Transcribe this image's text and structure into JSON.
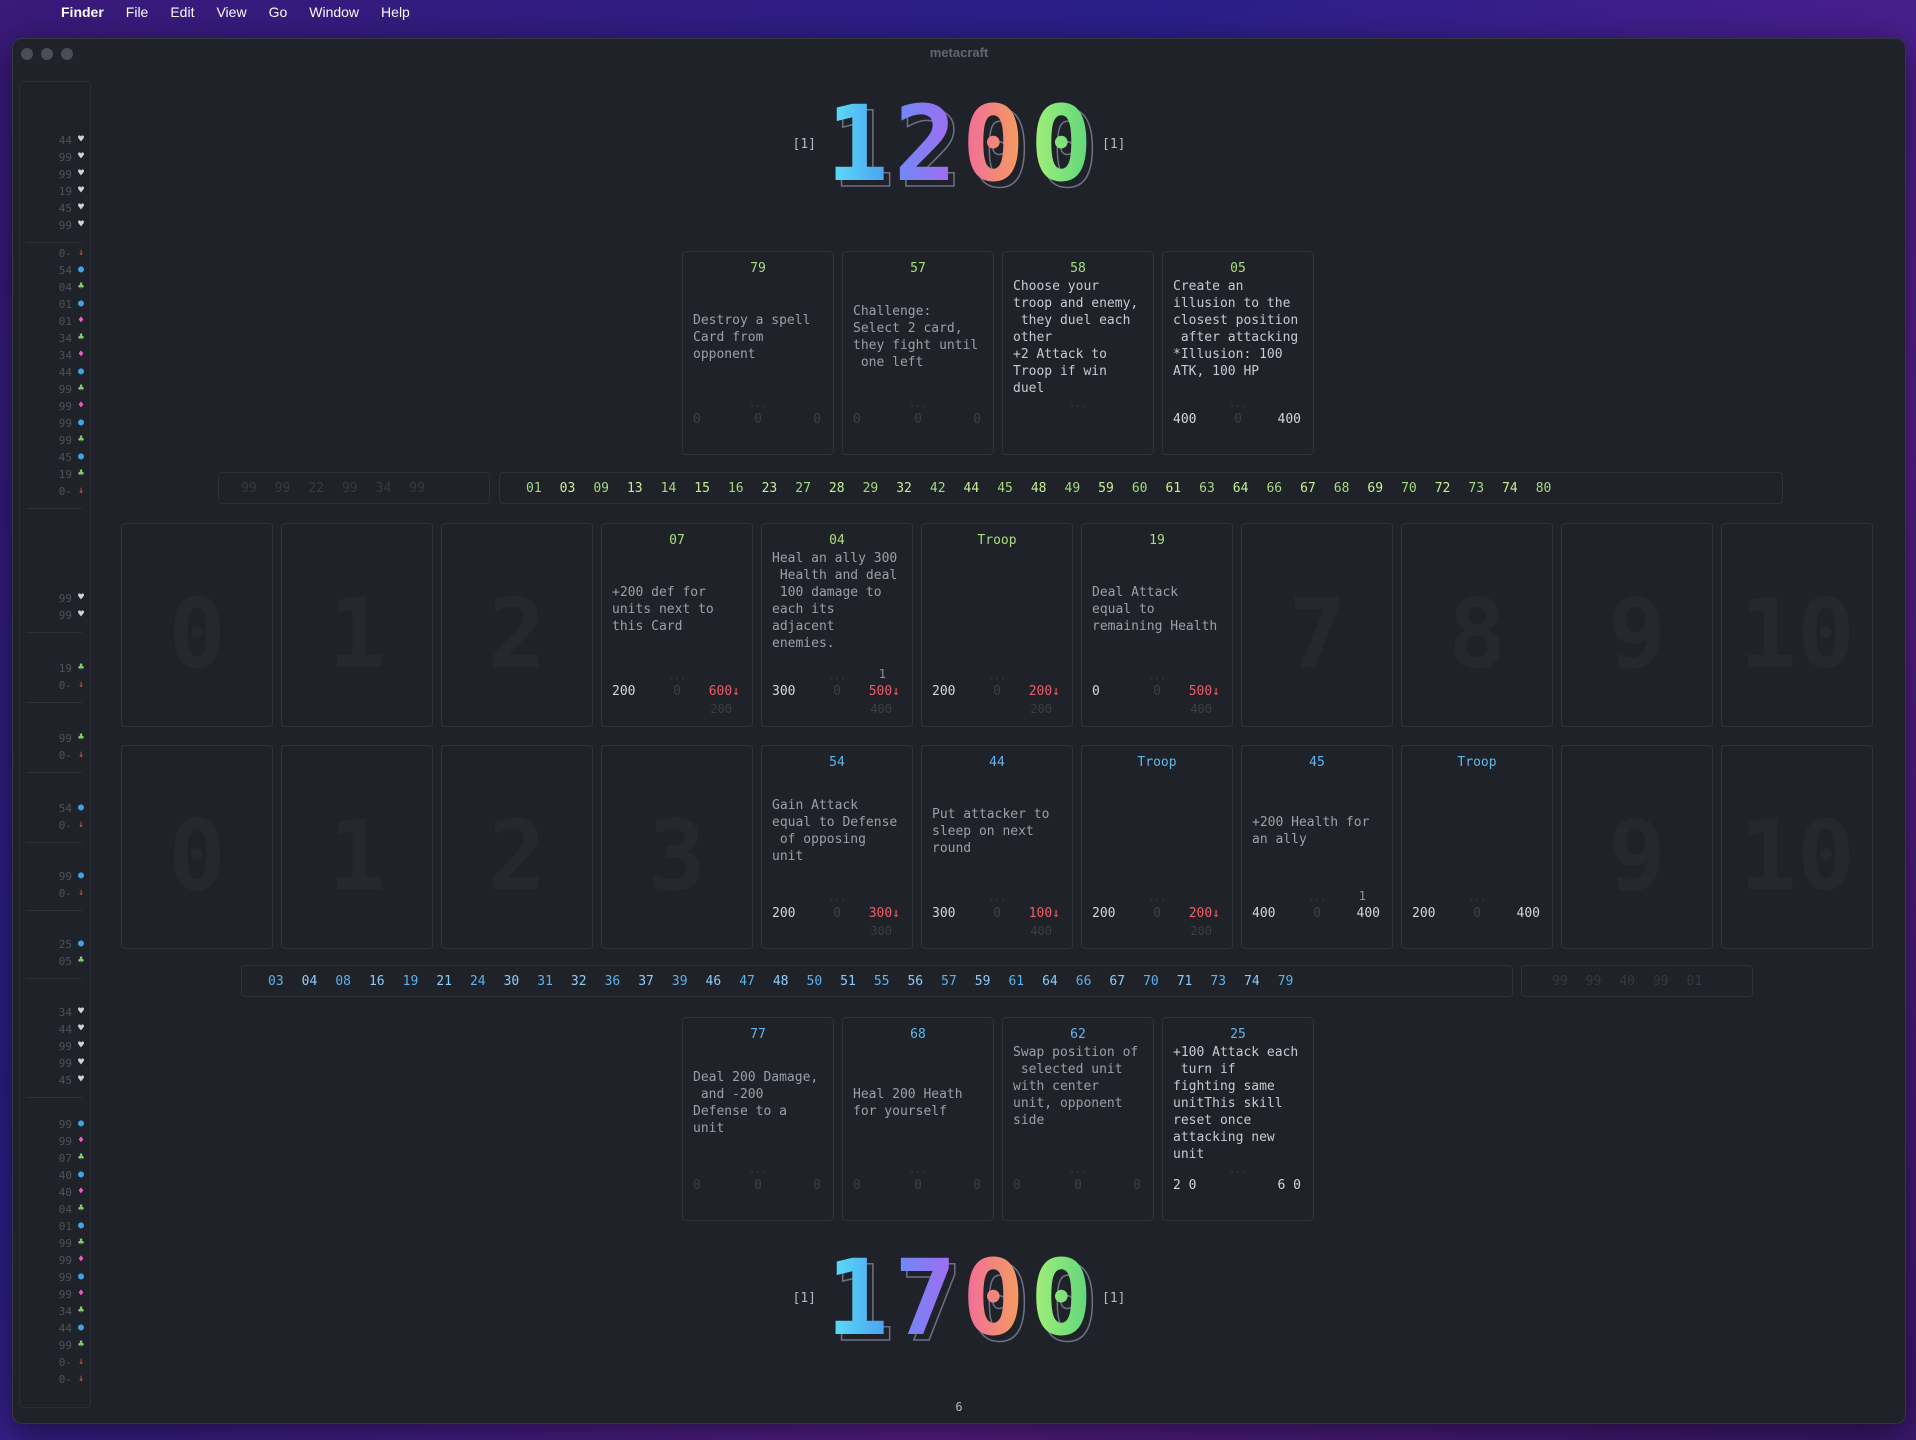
{
  "menubar": {
    "apple": "",
    "items": [
      "Finder",
      "File",
      "Edit",
      "View",
      "Go",
      "Window",
      "Help"
    ]
  },
  "window": {
    "title": "metacraft"
  },
  "log": {
    "groups": [
      [
        [
          "44",
          "white"
        ],
        [
          "99",
          "white"
        ],
        [
          "99",
          "white"
        ],
        [
          "19",
          "white"
        ],
        [
          "45",
          "white"
        ],
        [
          "99",
          "white"
        ]
      ],
      [
        [
          "0-",
          "red"
        ],
        [
          "54",
          "blue"
        ],
        [
          "04",
          "green"
        ],
        [
          "01",
          "blue"
        ],
        [
          "01",
          "pink"
        ],
        [
          "34",
          "green"
        ],
        [
          "34",
          "pink"
        ],
        [
          "44",
          "blue"
        ],
        [
          "99",
          "green"
        ],
        [
          "99",
          "pink"
        ],
        [
          "99",
          "blue"
        ],
        [
          "99",
          "green"
        ],
        [
          "45",
          "blue"
        ],
        [
          "19",
          "green"
        ],
        [
          "0-",
          "red"
        ]
      ],
      [
        [
          "99",
          "white"
        ],
        [
          "99",
          "white"
        ]
      ],
      [
        [
          "19",
          "green"
        ],
        [
          "0-",
          "red"
        ]
      ],
      [
        [
          "99",
          "green"
        ],
        [
          "0-",
          "red"
        ]
      ],
      [
        [
          "54",
          "blue"
        ],
        [
          "0-",
          "red"
        ]
      ],
      [
        [
          "99",
          "blue"
        ],
        [
          "0-",
          "red"
        ]
      ],
      [
        [
          "25",
          "blue"
        ],
        [
          "05",
          "green"
        ]
      ],
      [
        [
          "34",
          "white"
        ],
        [
          "44",
          "white"
        ],
        [
          "99",
          "white"
        ],
        [
          "99",
          "white"
        ],
        [
          "45",
          "white"
        ]
      ],
      [
        [
          "99",
          "blue"
        ],
        [
          "99",
          "pink"
        ],
        [
          "07",
          "green"
        ],
        [
          "40",
          "blue"
        ],
        [
          "40",
          "pink"
        ],
        [
          "04",
          "green"
        ],
        [
          "01",
          "blue"
        ],
        [
          "99",
          "green"
        ],
        [
          "99",
          "pink"
        ],
        [
          "99",
          "blue"
        ],
        [
          "99",
          "pink"
        ],
        [
          "34",
          "green"
        ],
        [
          "44",
          "blue"
        ],
        [
          "99",
          "green"
        ],
        [
          "0-",
          "red"
        ],
        [
          "0-",
          "red"
        ]
      ]
    ]
  },
  "scores": {
    "top": {
      "value": [
        "1",
        "2",
        "0",
        "0"
      ],
      "left": "[1]",
      "right": "[1]"
    },
    "bottom": {
      "value": [
        "1",
        "7",
        "0",
        "0"
      ],
      "left": "[1]",
      "right": "[1]"
    }
  },
  "opponent_hand": [
    {
      "id": "79",
      "text": "Destroy a spell\nCard from\nopponent",
      "stats": [
        "0",
        "0",
        "0"
      ],
      "bright": false
    },
    {
      "id": "57",
      "text": "Challenge:\nSelect 2 card,\nthey fight until\n one left",
      "stats": [
        "0",
        "0",
        "0"
      ],
      "bright": false
    },
    {
      "id": "58",
      "text": "Choose your\ntroop and enemy,\n they duel each\nother\n+2 Attack to\nTroop if win\nduel",
      "stats": [
        "",
        "",
        ""
      ],
      "bright": true
    },
    {
      "id": "05",
      "text": "Create an\nillusion to the\nclosest position\n after attacking\n*Illusion: 100\nATK, 100 HP",
      "stats": [
        "400",
        "0",
        "400"
      ],
      "bright": true
    }
  ],
  "opp_numbar": {
    "left": [
      "99",
      "99",
      "22",
      "99",
      "34",
      "99"
    ],
    "main": [
      [
        "01",
        "g"
      ],
      [
        "03",
        "gb"
      ],
      [
        "09",
        "g"
      ],
      [
        "13",
        "gb"
      ],
      [
        "14",
        "g"
      ],
      [
        "15",
        "gb"
      ],
      [
        "16",
        "g"
      ],
      [
        "23",
        "gb"
      ],
      [
        "27",
        "g"
      ],
      [
        "28",
        "gb"
      ],
      [
        "29",
        "g"
      ],
      [
        "32",
        "gb"
      ],
      [
        "42",
        "g"
      ],
      [
        "44",
        "gb"
      ],
      [
        "45",
        "g"
      ],
      [
        "48",
        "gb"
      ],
      [
        "49",
        "g"
      ],
      [
        "59",
        "gb"
      ],
      [
        "60",
        "g"
      ],
      [
        "61",
        "gb"
      ],
      [
        "63",
        "g"
      ],
      [
        "64",
        "gb"
      ],
      [
        "66",
        "g"
      ],
      [
        "67",
        "gb"
      ],
      [
        "68",
        "g"
      ],
      [
        "69",
        "gb"
      ],
      [
        "70",
        "g"
      ],
      [
        "72",
        "gb"
      ],
      [
        "73",
        "g"
      ],
      [
        "74",
        "gb"
      ],
      [
        "80",
        "g"
      ]
    ]
  },
  "opp_field": [
    {
      "ghost": "0"
    },
    {
      "ghost": "1"
    },
    {
      "ghost": "2"
    },
    {
      "id": "07",
      "text": "+200 def for\nunits next to\nthis Card",
      "stats": [
        "200",
        "0",
        "600↓"
      ],
      "sub": "200"
    },
    {
      "id": "04",
      "text": "Heal an ally 300\n Health and deal\n 100 damage to\neach its\nadjacent\nenemies.",
      "stats": [
        "300",
        "0",
        "500↓"
      ],
      "sub": "400",
      "tag": "1"
    },
    {
      "id": "Troop",
      "text": "",
      "stats": [
        "200",
        "0",
        "200↓"
      ],
      "sub": "200"
    },
    {
      "id": "19",
      "text": "Deal Attack\nequal to\nremaining Health",
      "stats": [
        "0",
        "0",
        "500↓"
      ],
      "sub": "400"
    },
    {
      "ghost": "7"
    },
    {
      "ghost": "8"
    },
    {
      "ghost": "9"
    },
    {
      "ghost": "10"
    }
  ],
  "player_field": [
    {
      "ghost": "0"
    },
    {
      "ghost": "1"
    },
    {
      "ghost": "2"
    },
    {
      "ghost": "3"
    },
    {
      "id": "54",
      "text": "Gain Attack\nequal to Defense\n of opposing\nunit",
      "stats": [
        "200",
        "0",
        "300↓"
      ],
      "sub": "300"
    },
    {
      "id": "44",
      "text": "Put attacker to\nsleep on next\nround",
      "stats": [
        "300",
        "0",
        "100↓"
      ],
      "sub": "400"
    },
    {
      "id": "Troop",
      "text": "",
      "stats": [
        "200",
        "0",
        "200↓"
      ],
      "sub": "200"
    },
    {
      "id": "45",
      "text": "+200 Health for\nan ally",
      "stats": [
        "400",
        "0",
        "400"
      ],
      "tag": "1"
    },
    {
      "id": "Troop",
      "text": "",
      "stats": [
        "200",
        "0",
        "400"
      ]
    },
    {
      "ghost": "9"
    },
    {
      "ghost": "10"
    }
  ],
  "player_numbar": {
    "main": [
      [
        "03",
        "b"
      ],
      [
        "04",
        "bb"
      ],
      [
        "08",
        "b"
      ],
      [
        "16",
        "bb"
      ],
      [
        "19",
        "b"
      ],
      [
        "21",
        "bb"
      ],
      [
        "24",
        "b"
      ],
      [
        "30",
        "bb"
      ],
      [
        "31",
        "b"
      ],
      [
        "32",
        "bb"
      ],
      [
        "36",
        "b"
      ],
      [
        "37",
        "bb"
      ],
      [
        "39",
        "b"
      ],
      [
        "46",
        "bb"
      ],
      [
        "47",
        "b"
      ],
      [
        "48",
        "bb"
      ],
      [
        "50",
        "b"
      ],
      [
        "51",
        "bb"
      ],
      [
        "55",
        "b"
      ],
      [
        "56",
        "bb"
      ],
      [
        "57",
        "b"
      ],
      [
        "59",
        "bb"
      ],
      [
        "61",
        "b"
      ],
      [
        "64",
        "bb"
      ],
      [
        "66",
        "b"
      ],
      [
        "67",
        "bb"
      ],
      [
        "70",
        "b"
      ],
      [
        "71",
        "bb"
      ],
      [
        "73",
        "b"
      ],
      [
        "74",
        "bb"
      ],
      [
        "79",
        "b"
      ]
    ],
    "right": [
      "99",
      "99",
      "40",
      "99",
      "01"
    ]
  },
  "player_hand": [
    {
      "id": "77",
      "text": "Deal 200 Damage,\n and -200\nDefense to a\nunit",
      "stats": [
        "0",
        "0",
        "0"
      ],
      "bright": false
    },
    {
      "id": "68",
      "text": "Heal 200 Heath\nfor yourself",
      "stats": [
        "0",
        "0",
        "0"
      ],
      "bright": false
    },
    {
      "id": "62",
      "text": "Swap position of\n selected unit\nwith center\nunit, opponent\nside",
      "stats": [
        "0",
        "0",
        "0"
      ],
      "bright": false
    },
    {
      "id": "25",
      "text": "+100 Attack each\n turn if\nfighting same\nunitThis skill\nreset once\nattacking new\nunit",
      "stats": [
        "2 0",
        "",
        "6 0"
      ],
      "bright": true
    }
  ],
  "page_number": "6"
}
